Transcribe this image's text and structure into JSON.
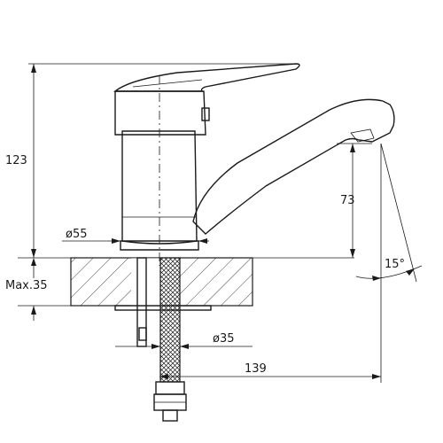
{
  "dimensions": {
    "height_total": "123",
    "spout_height": "73",
    "body_diameter": "ø55",
    "max_deck_thickness": "Max.35",
    "shank_diameter": "ø35",
    "spout_reach": "139",
    "swivel_angle": "15°"
  }
}
